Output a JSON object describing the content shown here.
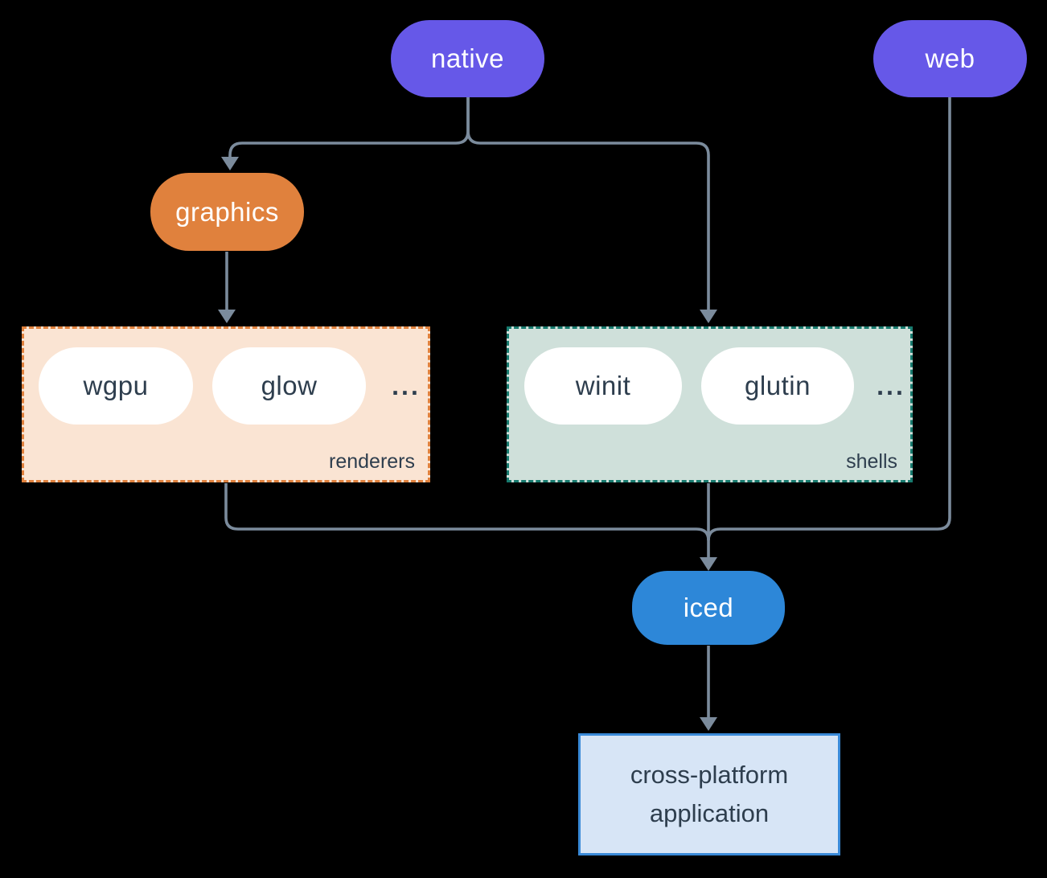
{
  "diagram": {
    "background_color": "#000000",
    "edge_color": "#7b8b9c",
    "nodes": {
      "native": {
        "label": "native",
        "color": "#6658e8",
        "text_color": "#ffffff"
      },
      "web": {
        "label": "web",
        "color": "#6658e8",
        "text_color": "#ffffff"
      },
      "graphics": {
        "label": "graphics",
        "color": "#e0813d",
        "text_color": "#ffffff"
      },
      "iced": {
        "label": "iced",
        "color": "#2d87d8",
        "text_color": "#ffffff"
      },
      "app": {
        "lines": [
          "cross-platform",
          "application"
        ],
        "bg_color": "#d7e5f6",
        "border_color": "#3a8ad8",
        "text_color": "#2e3e4e"
      }
    },
    "groups": {
      "renderers": {
        "label": "renderers",
        "items": [
          "wgpu",
          "glow"
        ],
        "ellipsis": "...",
        "bg_color": "#fae4d3",
        "border_color": "#e0813d",
        "item_bg_color": "#ffffff",
        "item_text_color": "#2e3e4e"
      },
      "shells": {
        "label": "shells",
        "items": [
          "winit",
          "glutin"
        ],
        "ellipsis": "...",
        "bg_color": "#cfe0da",
        "border_color": "#177a6e",
        "item_bg_color": "#ffffff",
        "item_text_color": "#2e3e4e"
      }
    },
    "edges": [
      {
        "from": "native",
        "to": "graphics",
        "arrow": true
      },
      {
        "from": "native",
        "to": "shells",
        "arrow": true
      },
      {
        "from": "graphics",
        "to": "renderers",
        "arrow": true
      },
      {
        "from": "renderers",
        "to": "iced",
        "arrow": true
      },
      {
        "from": "shells",
        "to": "iced",
        "arrow": true
      },
      {
        "from": "web",
        "to": "iced",
        "arrow": true
      },
      {
        "from": "iced",
        "to": "app",
        "arrow": true
      }
    ]
  }
}
